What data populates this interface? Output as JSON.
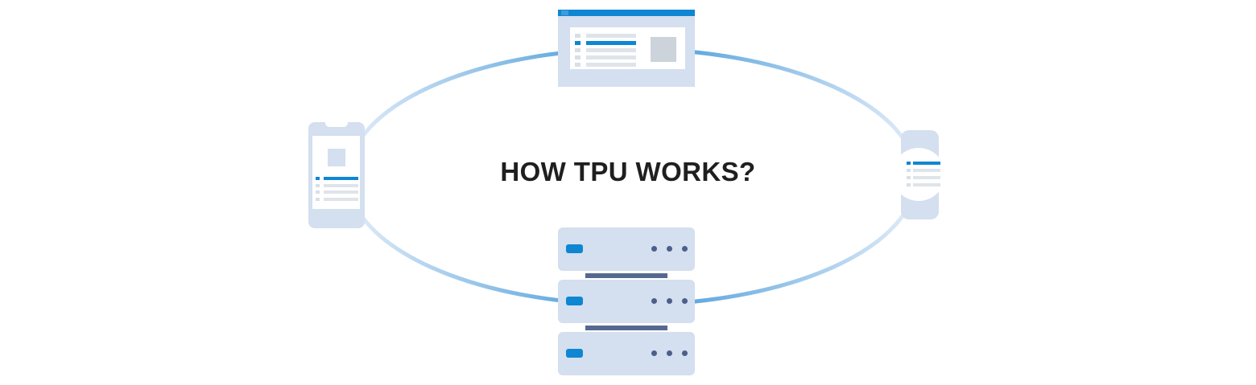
{
  "diagram": {
    "title": "HOW TPU WORKS?",
    "connector": {
      "shape": "ellipse",
      "stroke_width": 5
    },
    "nodes": [
      {
        "name": "desktop-browser-icon",
        "position": "top",
        "rows": {
          "count": 5,
          "highlight": 1
        }
      },
      {
        "name": "phone-icon",
        "position": "left",
        "rows": {
          "count": 4,
          "highlight": 0
        }
      },
      {
        "name": "smartwatch-icon",
        "position": "right",
        "rows": {
          "count": 4,
          "highlight": 0
        }
      },
      {
        "name": "server-stack-icon",
        "position": "bottom",
        "units": {
          "count": 3,
          "dots_per_unit": 3
        }
      }
    ]
  },
  "colors": {
    "background": "#ffffff",
    "accent": "#0f86d2",
    "accent_light": "#3d9cdb",
    "panel": "#d4dfef",
    "bar_gray": "#dfe4ea",
    "bullet_gray": "#d9dfe6",
    "placeholder_gray": "#ccd3db",
    "slate": "#56688f",
    "slate_dark": "#4c5e8a",
    "arc_mid": "#3f97d8",
    "arc_end": "#e2ecf8",
    "title_color": "#1f1f1f"
  }
}
